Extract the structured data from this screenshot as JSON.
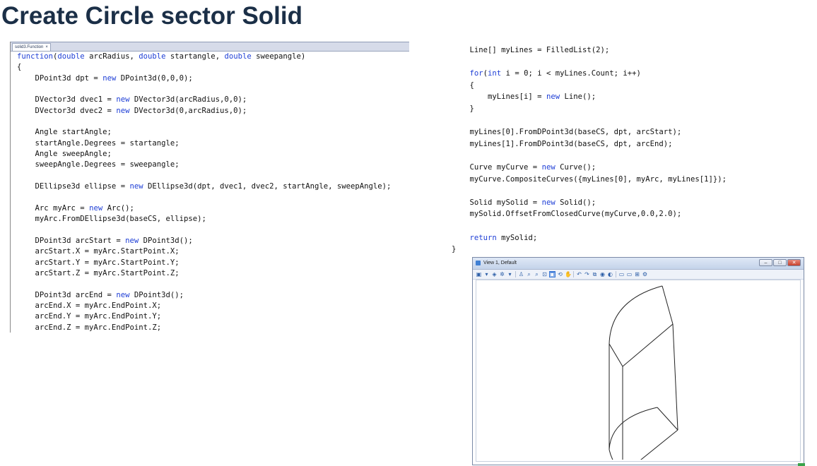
{
  "slide": {
    "title": "Create Circle sector Solid"
  },
  "editor": {
    "tab_label": "solid3.Function",
    "tab_close": "×",
    "lines": [
      [
        {
          "t": "function",
          "k": true
        },
        {
          "t": "(",
          "k": false
        },
        {
          "t": "double",
          "k": true
        },
        {
          "t": " arcRadius, ",
          "k": false
        },
        {
          "t": "double",
          "k": true
        },
        {
          "t": " startangle, ",
          "k": false
        },
        {
          "t": "double",
          "k": true
        },
        {
          "t": " sweepangle)",
          "k": false
        }
      ],
      [
        {
          "t": "{",
          "k": false
        }
      ],
      [
        {
          "t": "    DPoint3d dpt = ",
          "k": false
        },
        {
          "t": "new",
          "k": true
        },
        {
          "t": " DPoint3d(0,0,0);",
          "k": false
        }
      ],
      [],
      [
        {
          "t": "    DVector3d dvec1 = ",
          "k": false
        },
        {
          "t": "new",
          "k": true
        },
        {
          "t": " DVector3d(arcRadius,0,0);",
          "k": false
        }
      ],
      [
        {
          "t": "    DVector3d dvec2 = ",
          "k": false
        },
        {
          "t": "new",
          "k": true
        },
        {
          "t": " DVector3d(0,arcRadius,0);",
          "k": false
        }
      ],
      [],
      [
        {
          "t": "    Angle startAngle;",
          "k": false
        }
      ],
      [
        {
          "t": "    startAngle.Degrees = startangle;",
          "k": false
        }
      ],
      [
        {
          "t": "    Angle sweepAngle;",
          "k": false
        }
      ],
      [
        {
          "t": "    sweepAngle.Degrees = sweepangle;",
          "k": false
        }
      ],
      [],
      [
        {
          "t": "    DEllipse3d ellipse = ",
          "k": false
        },
        {
          "t": "new",
          "k": true
        },
        {
          "t": " DEllipse3d(dpt, dvec1, dvec2, startAngle, sweepAngle);",
          "k": false
        }
      ],
      [],
      [
        {
          "t": "    Arc myArc = ",
          "k": false
        },
        {
          "t": "new",
          "k": true
        },
        {
          "t": " Arc();",
          "k": false
        }
      ],
      [
        {
          "t": "    myArc.FromDEllipse3d(baseCS, ellipse);",
          "k": false
        }
      ],
      [],
      [
        {
          "t": "    DPoint3d arcStart = ",
          "k": false
        },
        {
          "t": "new",
          "k": true
        },
        {
          "t": " DPoint3d();",
          "k": false
        }
      ],
      [
        {
          "t": "    arcStart.X = myArc.StartPoint.X;",
          "k": false
        }
      ],
      [
        {
          "t": "    arcStart.Y = myArc.StartPoint.Y;",
          "k": false
        }
      ],
      [
        {
          "t": "    arcStart.Z = myArc.StartPoint.Z;",
          "k": false
        }
      ],
      [],
      [
        {
          "t": "    DPoint3d arcEnd = ",
          "k": false
        },
        {
          "t": "new",
          "k": true
        },
        {
          "t": " DPoint3d();",
          "k": false
        }
      ],
      [
        {
          "t": "    arcEnd.X = myArc.EndPoint.X;",
          "k": false
        }
      ],
      [
        {
          "t": "    arcEnd.Y = myArc.EndPoint.Y;",
          "k": false
        }
      ],
      [
        {
          "t": "    arcEnd.Z = myArc.EndPoint.Z;",
          "k": false
        }
      ]
    ]
  },
  "right_code": {
    "lines": [
      [
        {
          "t": "    Line[] myLines = FilledList(2);",
          "k": false
        }
      ],
      [],
      [
        {
          "t": "    ",
          "k": false
        },
        {
          "t": "for",
          "k": true
        },
        {
          "t": "(",
          "k": false
        },
        {
          "t": "int",
          "k": true
        },
        {
          "t": " i = 0; i < myLines.Count; i++)",
          "k": false
        }
      ],
      [
        {
          "t": "    {",
          "k": false
        }
      ],
      [
        {
          "t": "        myLines[i] = ",
          "k": false
        },
        {
          "t": "new",
          "k": true
        },
        {
          "t": " Line();",
          "k": false
        }
      ],
      [
        {
          "t": "    }",
          "k": false
        }
      ],
      [],
      [
        {
          "t": "    myLines[0].FromDPoint3d(baseCS, dpt, arcStart);",
          "k": false
        }
      ],
      [
        {
          "t": "    myLines[1].FromDPoint3d(baseCS, dpt, arcEnd);",
          "k": false
        }
      ],
      [],
      [
        {
          "t": "    Curve myCurve = ",
          "k": false
        },
        {
          "t": "new",
          "k": true
        },
        {
          "t": " Curve();",
          "k": false
        }
      ],
      [
        {
          "t": "    myCurve.CompositeCurves({myLines[0], myArc, myLines[1]});",
          "k": false
        }
      ],
      [],
      [
        {
          "t": "    Solid mySolid = ",
          "k": false
        },
        {
          "t": "new",
          "k": true
        },
        {
          "t": " Solid();",
          "k": false
        }
      ],
      [
        {
          "t": "    mySolid.OffsetFromClosedCurve(myCurve,0.0,2.0);",
          "k": false
        }
      ],
      [],
      [
        {
          "t": "    ",
          "k": false
        },
        {
          "t": "return",
          "k": true
        },
        {
          "t": " mySolid;",
          "k": false
        }
      ],
      [
        {
          "t": "}",
          "k": false
        }
      ]
    ]
  },
  "cad_window": {
    "title": "View 1, Default",
    "minimize": "–",
    "maximize": "□",
    "close": "✕",
    "tools": [
      "view-icon",
      "dropdown-icon",
      "level-icon",
      "display-icon",
      "dropdown-icon",
      "sep",
      "update-icon",
      "zoom-in-icon",
      "zoom-out-icon",
      "window-area-icon",
      "fit-view-icon",
      "rotate-icon",
      "pan-icon",
      "sep",
      "view-previous-icon",
      "view-next-icon",
      "copy-view-icon",
      "camera-icon",
      "display-style-icon",
      "sep",
      "clip-volume-icon",
      "clip-mask-icon",
      "toggle-icon",
      "view-attributes-icon"
    ],
    "colors": {
      "accent": "#3a78d6",
      "line": "#222222"
    }
  },
  "colors": {
    "title": "#1b2f47",
    "keyword": "#1f3fd6",
    "code": "#111111"
  }
}
